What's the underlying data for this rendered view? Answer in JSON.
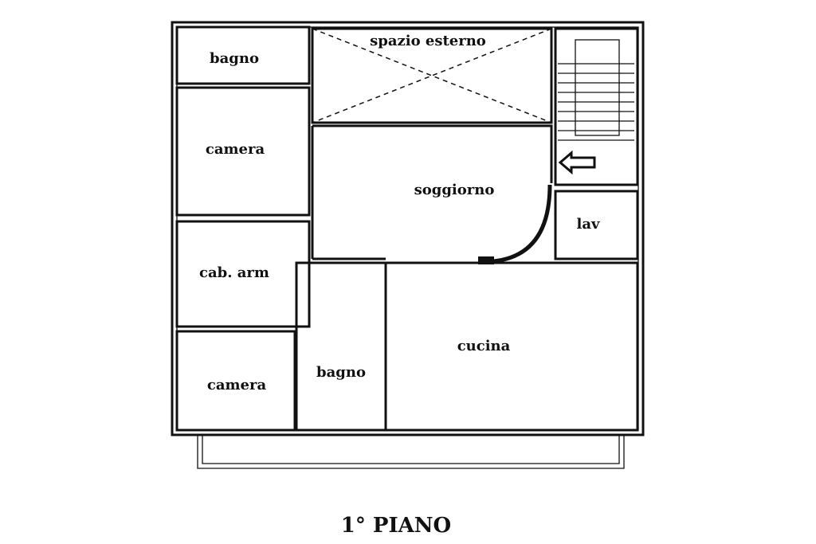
{
  "plan": {
    "title": "1° PIANO",
    "rooms": {
      "bagno_top": "bagno",
      "camera_top": "camera",
      "cab_arm": "cab. arm",
      "camera_bottom": "camera",
      "bagno_mid": "bagno",
      "spazio_esterno": "spazio esterno",
      "soggiorno": "soggiorno",
      "lav": "lav",
      "cucina": "cucina"
    },
    "entrance_icon": "arrow-left-icon"
  }
}
